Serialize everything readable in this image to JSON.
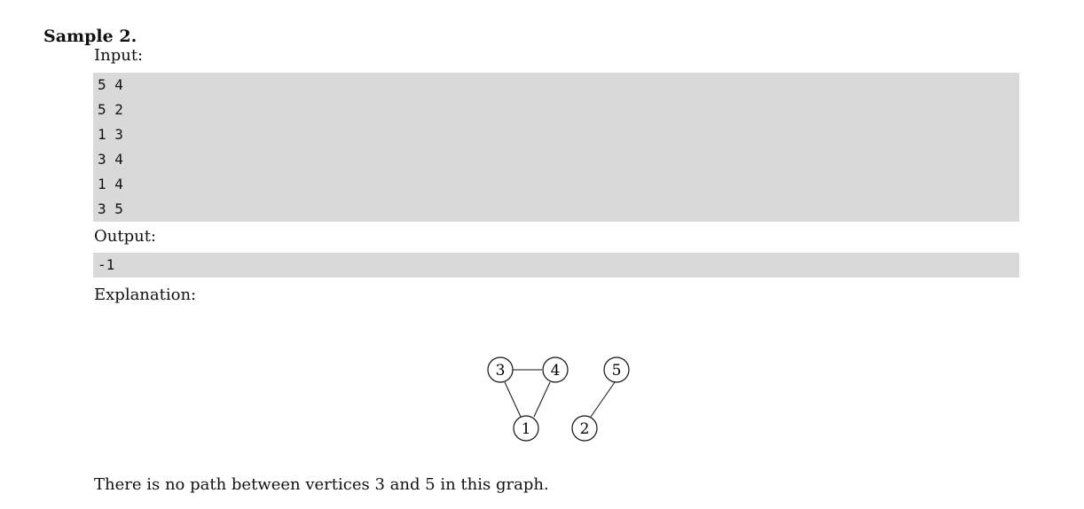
{
  "title": "Sample 2.",
  "input": {
    "label": "Input:",
    "lines": [
      "5 4",
      "5 2",
      "1 3",
      "3 4",
      "1 4",
      "3 5"
    ]
  },
  "output": {
    "label": "Output:",
    "lines": [
      "-1"
    ]
  },
  "explanation": {
    "label": "Explanation:"
  },
  "graph": {
    "vertices": [
      "3",
      "4",
      "5",
      "1",
      "2"
    ],
    "edges": [
      [
        "3",
        "4"
      ],
      [
        "3",
        "1"
      ],
      [
        "4",
        "1"
      ],
      [
        "5",
        "2"
      ]
    ]
  },
  "note": "There is no path between vertices 3 and 5 in this graph."
}
